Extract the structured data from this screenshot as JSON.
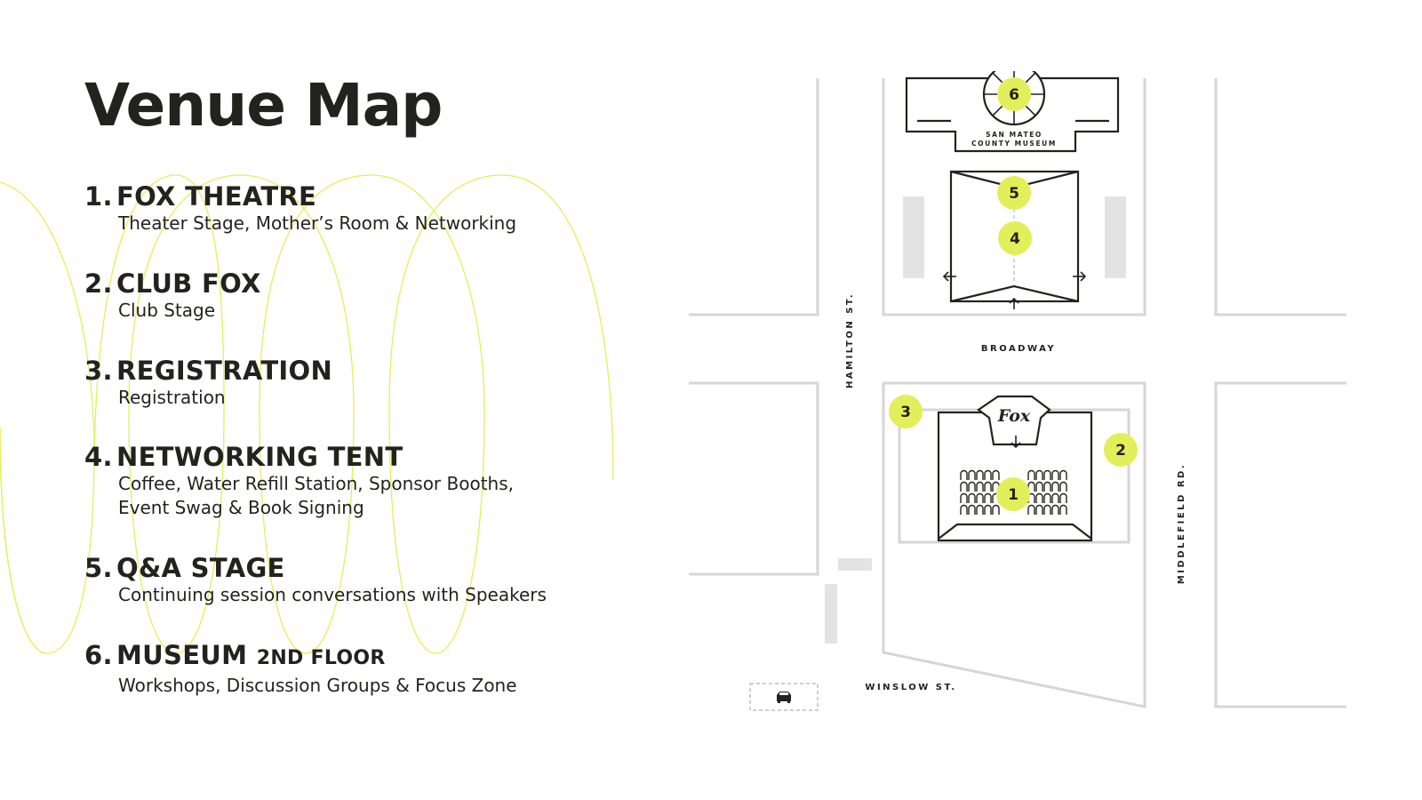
{
  "title": "Venue Map",
  "accent_color": "#e3ef5a",
  "road_color": "#d6d6d6",
  "ink_color": "#23231e",
  "locations": [
    {
      "number": "1.",
      "name": "FOX THEATRE",
      "suffix": "",
      "description": [
        "Theater Stage, Mother’s Room & Networking"
      ]
    },
    {
      "number": "2.",
      "name": "CLUB FOX",
      "suffix": "",
      "description": [
        "Club Stage"
      ]
    },
    {
      "number": "3.",
      "name": "REGISTRATION",
      "suffix": "",
      "description": [
        "Registration"
      ]
    },
    {
      "number": "4.",
      "name": "NETWORKING TENT",
      "suffix": "",
      "description": [
        "Coffee, Water Refill Station, Sponsor Booths,",
        "Event Swag & Book Signing"
      ]
    },
    {
      "number": "5.",
      "name": "Q&A STAGE",
      "suffix": "",
      "description": [
        "Continuing session conversations with Speakers"
      ]
    },
    {
      "number": "6.",
      "name": "MUSEUM",
      "suffix": "2ND FLOOR",
      "description": [
        "Workshops, Discussion Groups & Focus Zone"
      ]
    }
  ],
  "map": {
    "streets": {
      "hamilton": "HAMILTON ST.",
      "broadway": "BROADWAY",
      "middlefield": "MIDDLEFIELD RD.",
      "winslow": "WINSLOW ST."
    },
    "museum_label": [
      "SAN MATEO",
      "COUNTY MUSEUM"
    ],
    "fox_logo": "Fox",
    "pins": [
      "1",
      "2",
      "3",
      "4",
      "5",
      "6"
    ],
    "icons": [
      "car-icon",
      "arrow-left-icon",
      "arrow-right-icon",
      "arrow-up-icon",
      "arrow-down-icon",
      "theater-seats-icon"
    ]
  }
}
